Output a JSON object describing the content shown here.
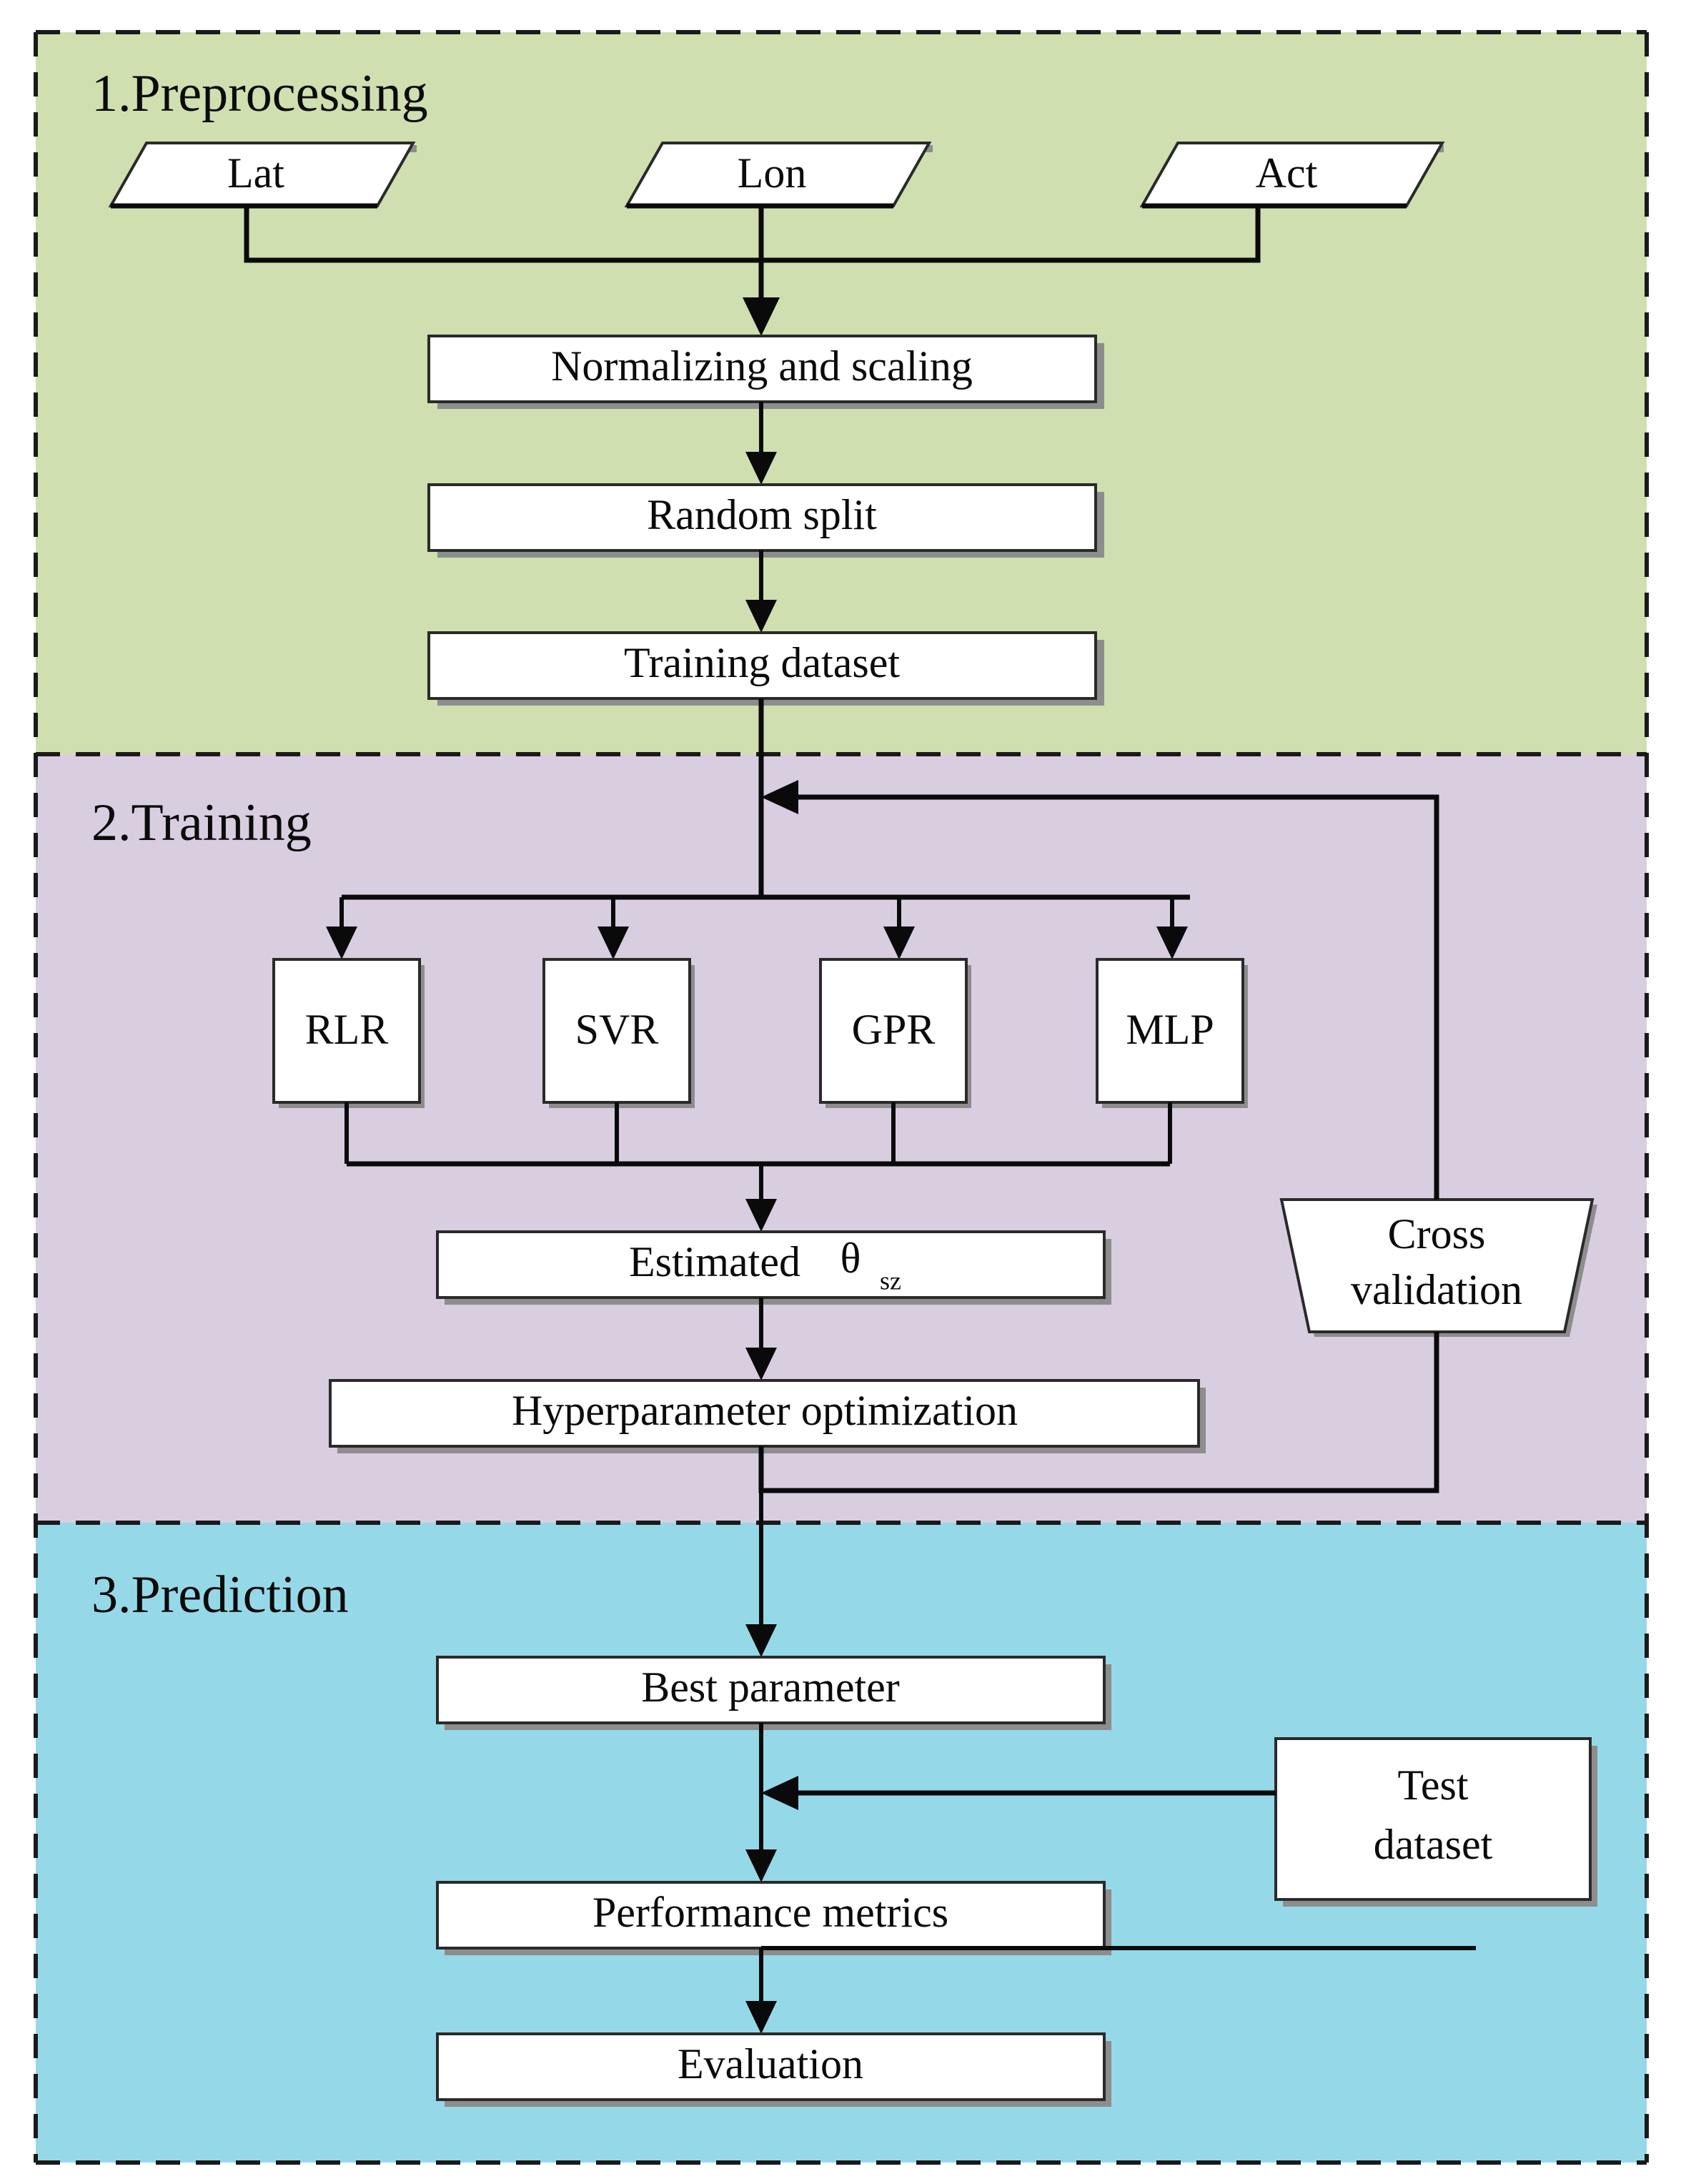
{
  "figure": {
    "title": "Machine learning workflow flowchart",
    "bands": [
      {
        "id": "preprocessing",
        "label": "1.Preprocessing",
        "color": "#cfdfb0"
      },
      {
        "id": "training",
        "label": "2.Training",
        "color": "#d8cee0"
      },
      {
        "id": "prediction",
        "label": "3.Prediction",
        "color": "#95d9e8"
      }
    ],
    "border_color": "#1a1a1a",
    "node_fill": "#ffffff",
    "node_stroke": "#2a2a2a",
    "connector_color": "#0a0a0a"
  },
  "nodes": {
    "lat": {
      "label": "Lat",
      "shape": "parallelogram"
    },
    "lon": {
      "label": "Lon",
      "shape": "parallelogram"
    },
    "act": {
      "label": "Act",
      "shape": "parallelogram"
    },
    "normalizing": {
      "label": "Normalizing and scaling",
      "shape": "rectangle"
    },
    "random_split": {
      "label": "Random split",
      "shape": "rectangle"
    },
    "training_dataset": {
      "label": "Training dataset",
      "shape": "rectangle"
    },
    "rlr": {
      "label": "RLR",
      "shape": "rectangle"
    },
    "svr": {
      "label": "SVR",
      "shape": "rectangle"
    },
    "gpr": {
      "label": "GPR",
      "shape": "rectangle"
    },
    "mlp": {
      "label": "MLP",
      "shape": "rectangle"
    },
    "cross_validation": {
      "label_line1": "Cross",
      "label_line2": "validation",
      "shape": "trapezoid"
    },
    "estimated_theta": {
      "label": "Estimated",
      "symbol": "θ",
      "subscript": "sz",
      "shape": "rectangle"
    },
    "hyperparameter": {
      "label": "Hyperparameter optimization",
      "shape": "rectangle"
    },
    "best_parameter": {
      "label": "Best parameter",
      "shape": "rectangle"
    },
    "test_dataset": {
      "label_line1": "Test",
      "label_line2": "dataset",
      "shape": "rectangle"
    },
    "performance_metrics": {
      "label": "Performance metrics",
      "shape": "rectangle"
    },
    "evaluation": {
      "label": "Evaluation",
      "shape": "rectangle"
    }
  },
  "edges": [
    {
      "from": "lat",
      "to": "normalizing"
    },
    {
      "from": "lon",
      "to": "normalizing"
    },
    {
      "from": "act",
      "to": "normalizing"
    },
    {
      "from": "normalizing",
      "to": "random_split"
    },
    {
      "from": "random_split",
      "to": "training_dataset"
    },
    {
      "from": "training_dataset",
      "to": "rlr"
    },
    {
      "from": "training_dataset",
      "to": "svr"
    },
    {
      "from": "training_dataset",
      "to": "gpr"
    },
    {
      "from": "training_dataset",
      "to": "mlp"
    },
    {
      "from": "rlr",
      "to": "estimated_theta"
    },
    {
      "from": "svr",
      "to": "estimated_theta"
    },
    {
      "from": "gpr",
      "to": "estimated_theta"
    },
    {
      "from": "mlp",
      "to": "estimated_theta"
    },
    {
      "from": "estimated_theta",
      "to": "hyperparameter"
    },
    {
      "from": "hyperparameter",
      "to": "cross_validation"
    },
    {
      "from": "cross_validation",
      "to": "training_dataset"
    },
    {
      "from": "hyperparameter",
      "to": "best_parameter"
    },
    {
      "from": "test_dataset",
      "to": "performance_metrics"
    },
    {
      "from": "best_parameter",
      "to": "performance_metrics"
    },
    {
      "from": "performance_metrics",
      "to": "evaluation"
    }
  ]
}
